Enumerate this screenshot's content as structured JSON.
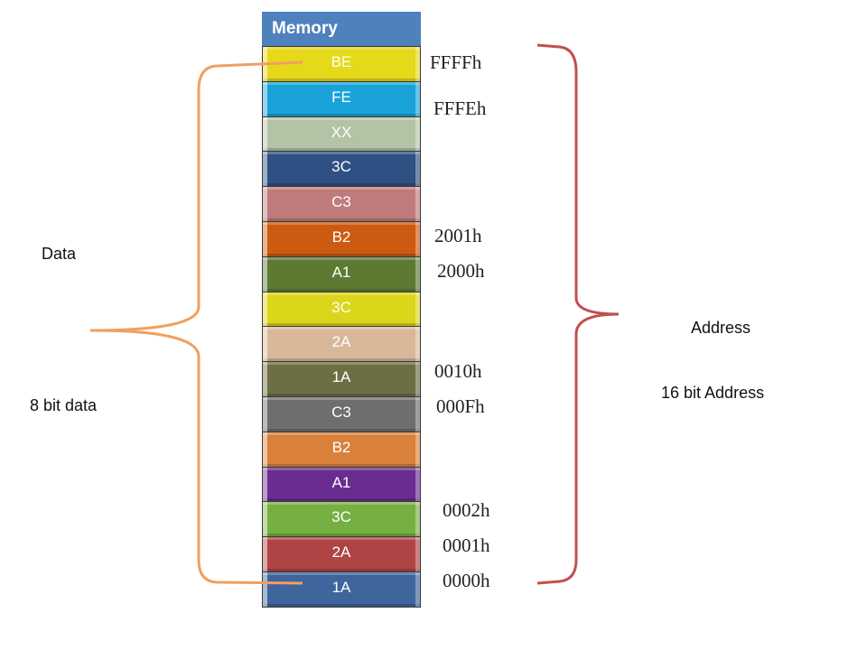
{
  "memory": {
    "title": "Memory",
    "cells": [
      {
        "value": "BE",
        "color": "#e6d91a"
      },
      {
        "value": "FE",
        "color": "#1aa3d9"
      },
      {
        "value": "XX",
        "color": "#b3c4a6"
      },
      {
        "value": "3C",
        "color": "#2e5083"
      },
      {
        "value": "C3",
        "color": "#bf7b7b"
      },
      {
        "value": "B2",
        "color": "#cc5a10"
      },
      {
        "value": "A1",
        "color": "#5d7a33"
      },
      {
        "value": "3C",
        "color": "#dcd61a"
      },
      {
        "value": "2A",
        "color": "#d9b89a"
      },
      {
        "value": "1A",
        "color": "#6e6e44"
      },
      {
        "value": "C3",
        "color": "#6e6e6e"
      },
      {
        "value": "B2",
        "color": "#d9803a"
      },
      {
        "value": "A1",
        "color": "#6a2c91"
      },
      {
        "value": "3C",
        "color": "#77b042"
      },
      {
        "value": "2A",
        "color": "#b04444"
      },
      {
        "value": "1A",
        "color": "#3f659c"
      }
    ]
  },
  "addresses": [
    {
      "label": "FFFFh",
      "row": 0
    },
    {
      "label": "FFFEh",
      "row": 1
    },
    {
      "label": "2001h",
      "row": 5
    },
    {
      "label": "2000h",
      "row": 6
    },
    {
      "label": "0010h",
      "row": 9
    },
    {
      "label": "000Fh",
      "row": 10
    },
    {
      "label": "0002h",
      "row": 13
    },
    {
      "label": "0001h",
      "row": 14
    },
    {
      "label": "0000h",
      "row": 15
    }
  ],
  "labels": {
    "data": "Data",
    "data_width": "8 bit data",
    "address": "Address",
    "address_width": "16 bit Address"
  },
  "braces": {
    "data_color": "#f0a060",
    "address_color": "#c0504d"
  }
}
